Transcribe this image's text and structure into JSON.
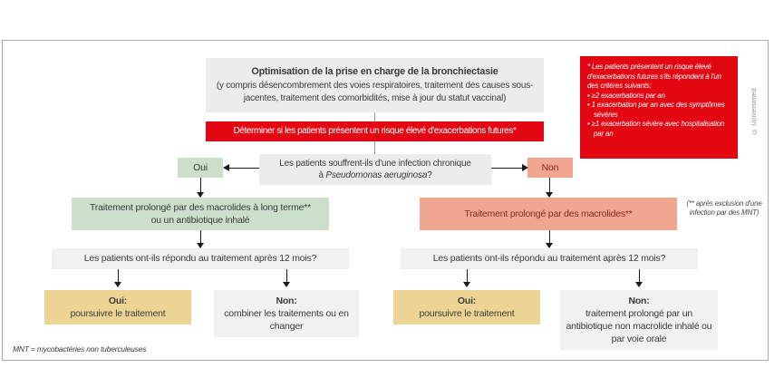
{
  "colors": {
    "red": "#e30613",
    "gray-box": "#ececec",
    "light-gray-box": "#f1f1f1",
    "green": "#cbdfca",
    "salmon": "#f0a68f",
    "yellow": "#ecd494",
    "text": "#3c3c3b",
    "maroon": "#8a2a1c",
    "frame": "#a9a9a9",
    "connector": "#9c9c9c",
    "arrow": "#1a1a1a"
  },
  "flowchart": {
    "top_box": {
      "title": "Optimisation de la prise en charge de la bronchiectasie",
      "subtitle": "(y compris désencombrement des voies respiratoires, traitement des causes sous-jacentes, traitement des comorbidités, mise à jour du statut vaccinal)"
    },
    "risk_bar_label": "Déterminer si les patients présentent un risque élevé d'exacerbations futures*",
    "risk_criteria": {
      "intro": "* Les patients présentent un risque élevé d'exacerbations futures s'ils répondent à l'un des critères suivants:",
      "bullets": [
        "• ≥2 exacerbations par an",
        "• 1 exacerbation par an avec des symptômes sévères",
        "• ≥1 exacerbation sévère avec hospitalisation par an"
      ]
    },
    "credit": "© Universimed",
    "infection_question": {
      "line1": "Les patients souffrent-ils d'une infection chronique",
      "line2_prefix": "à ",
      "line2_italic": "Pseudomonas aeruginosa",
      "line2_suffix": "?"
    },
    "yes_label": "Oui",
    "no_label": "Non",
    "left_branch": {
      "treatment_line1": "Traitement prolongé par des macrolides à long terme**",
      "treatment_line2": "ou un antibiotique inhalé",
      "response_question": "Les patients ont-ils répondu au traitement après 12 mois?",
      "outcome_yes": {
        "title": "Oui:",
        "body": "poursuivre le traitement"
      },
      "outcome_no": {
        "title": "Non:",
        "body": "combiner les traitements ou en changer"
      }
    },
    "right_branch": {
      "treatment": "Traitement prolongé par des macrolides**",
      "note": "(** après exclusion d'une infection par des MNT)",
      "response_question": "Les patients ont-ils répondu au traitement après 12 mois?",
      "outcome_yes": {
        "title": "Oui:",
        "body": "poursuivre le traitement"
      },
      "outcome_no": {
        "title": "Non:",
        "body": "traitement prolongé par un antibiotique non macrolide inhalé ou par voie orale"
      }
    },
    "footnote": "MNT = mycobactéries non tuberculeuses"
  }
}
